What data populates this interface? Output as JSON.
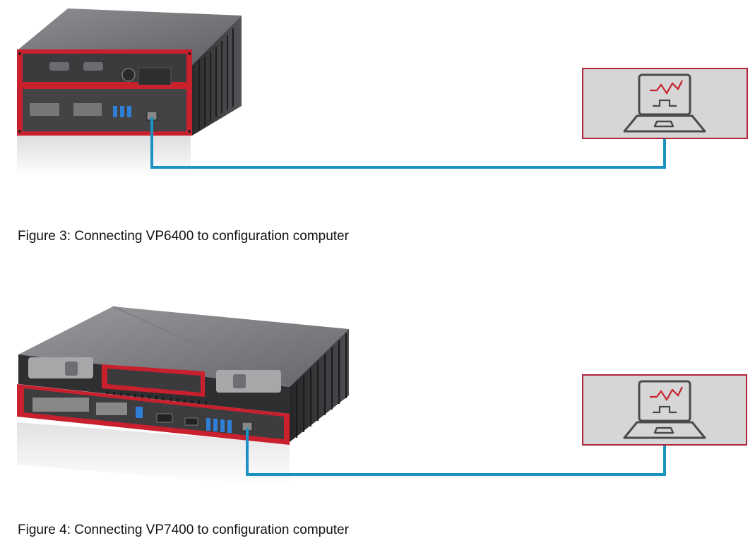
{
  "figures": [
    {
      "caption": "Figure 3: Connecting VP6400 to configuration computer",
      "device": "VP6400"
    },
    {
      "caption": "Figure 4: Connecting VP7400 to configuration computer",
      "device": "VP7400"
    }
  ],
  "colors": {
    "cable": "#1a93c4",
    "device_red": "#c8202c",
    "device_dark": "#3b3b3e",
    "laptop_frame": "#b3243a",
    "laptop_bg": "#d6d6d6",
    "laptop_icon": "#4a4a4a",
    "signal": "#c8202c"
  },
  "icons": [
    "laptop-icon",
    "signal-graph-icon"
  ]
}
